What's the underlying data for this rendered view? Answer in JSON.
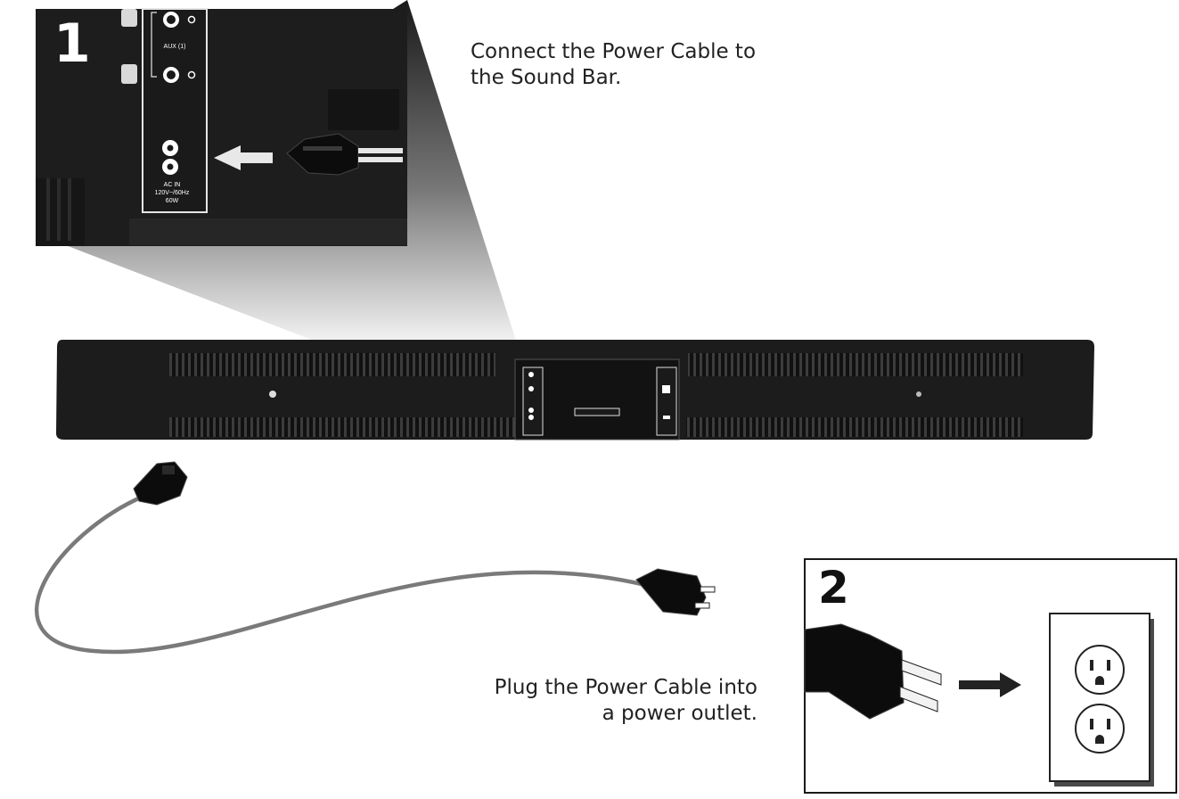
{
  "step1": {
    "number": "1",
    "instruction_line1": "Connect the Power Cable to",
    "instruction_line2": "the Sound Bar.",
    "panel_labels": {
      "aux": "AUX (1)",
      "ac_in_1": "AC IN",
      "ac_in_2": "120V~/60Hz",
      "ac_in_3": "60W"
    }
  },
  "step2": {
    "number": "2",
    "instruction_line1": "Plug the Power Cable into",
    "instruction_line2": "a power outlet."
  },
  "colors": {
    "soundbar_body": "#1c1c1c",
    "cable": "#7a7a7a",
    "arrow_light": "#e8e8e8",
    "arrow_dark": "#222222"
  },
  "icons": [
    "power-plug-icon",
    "power-outlet-icon",
    "arrow-right-icon",
    "arrow-left-icon"
  ]
}
